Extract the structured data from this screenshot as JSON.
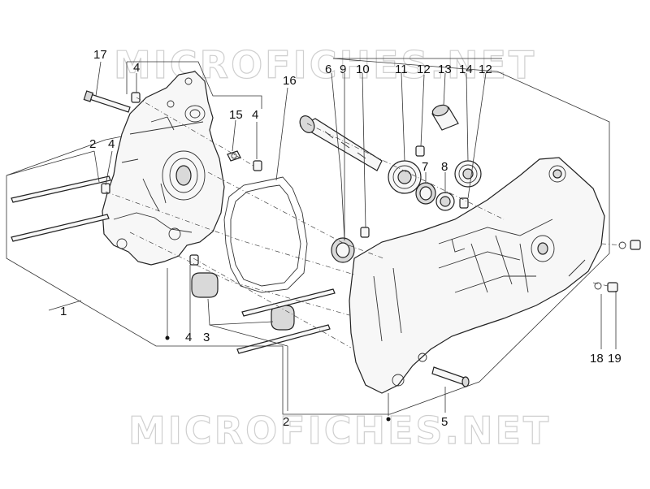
{
  "watermark": {
    "top": "MICROFICHES.NET",
    "bottom": "MICROFICHES.NET"
  },
  "callouts": {
    "n1": "1",
    "n2a": "2",
    "n2b": "2",
    "n3": "3",
    "n4a": "4",
    "n4b": "4",
    "n4c": "4",
    "n4d": "4",
    "n5": "5",
    "n6": "6",
    "n7": "7",
    "n8": "8",
    "n9": "9",
    "n10": "10",
    "n11": "11",
    "n12a": "12",
    "n12b": "12",
    "n13": "13",
    "n14": "14",
    "n15": "15",
    "n16": "16",
    "n17": "17",
    "n18": "18",
    "n19": "19"
  }
}
